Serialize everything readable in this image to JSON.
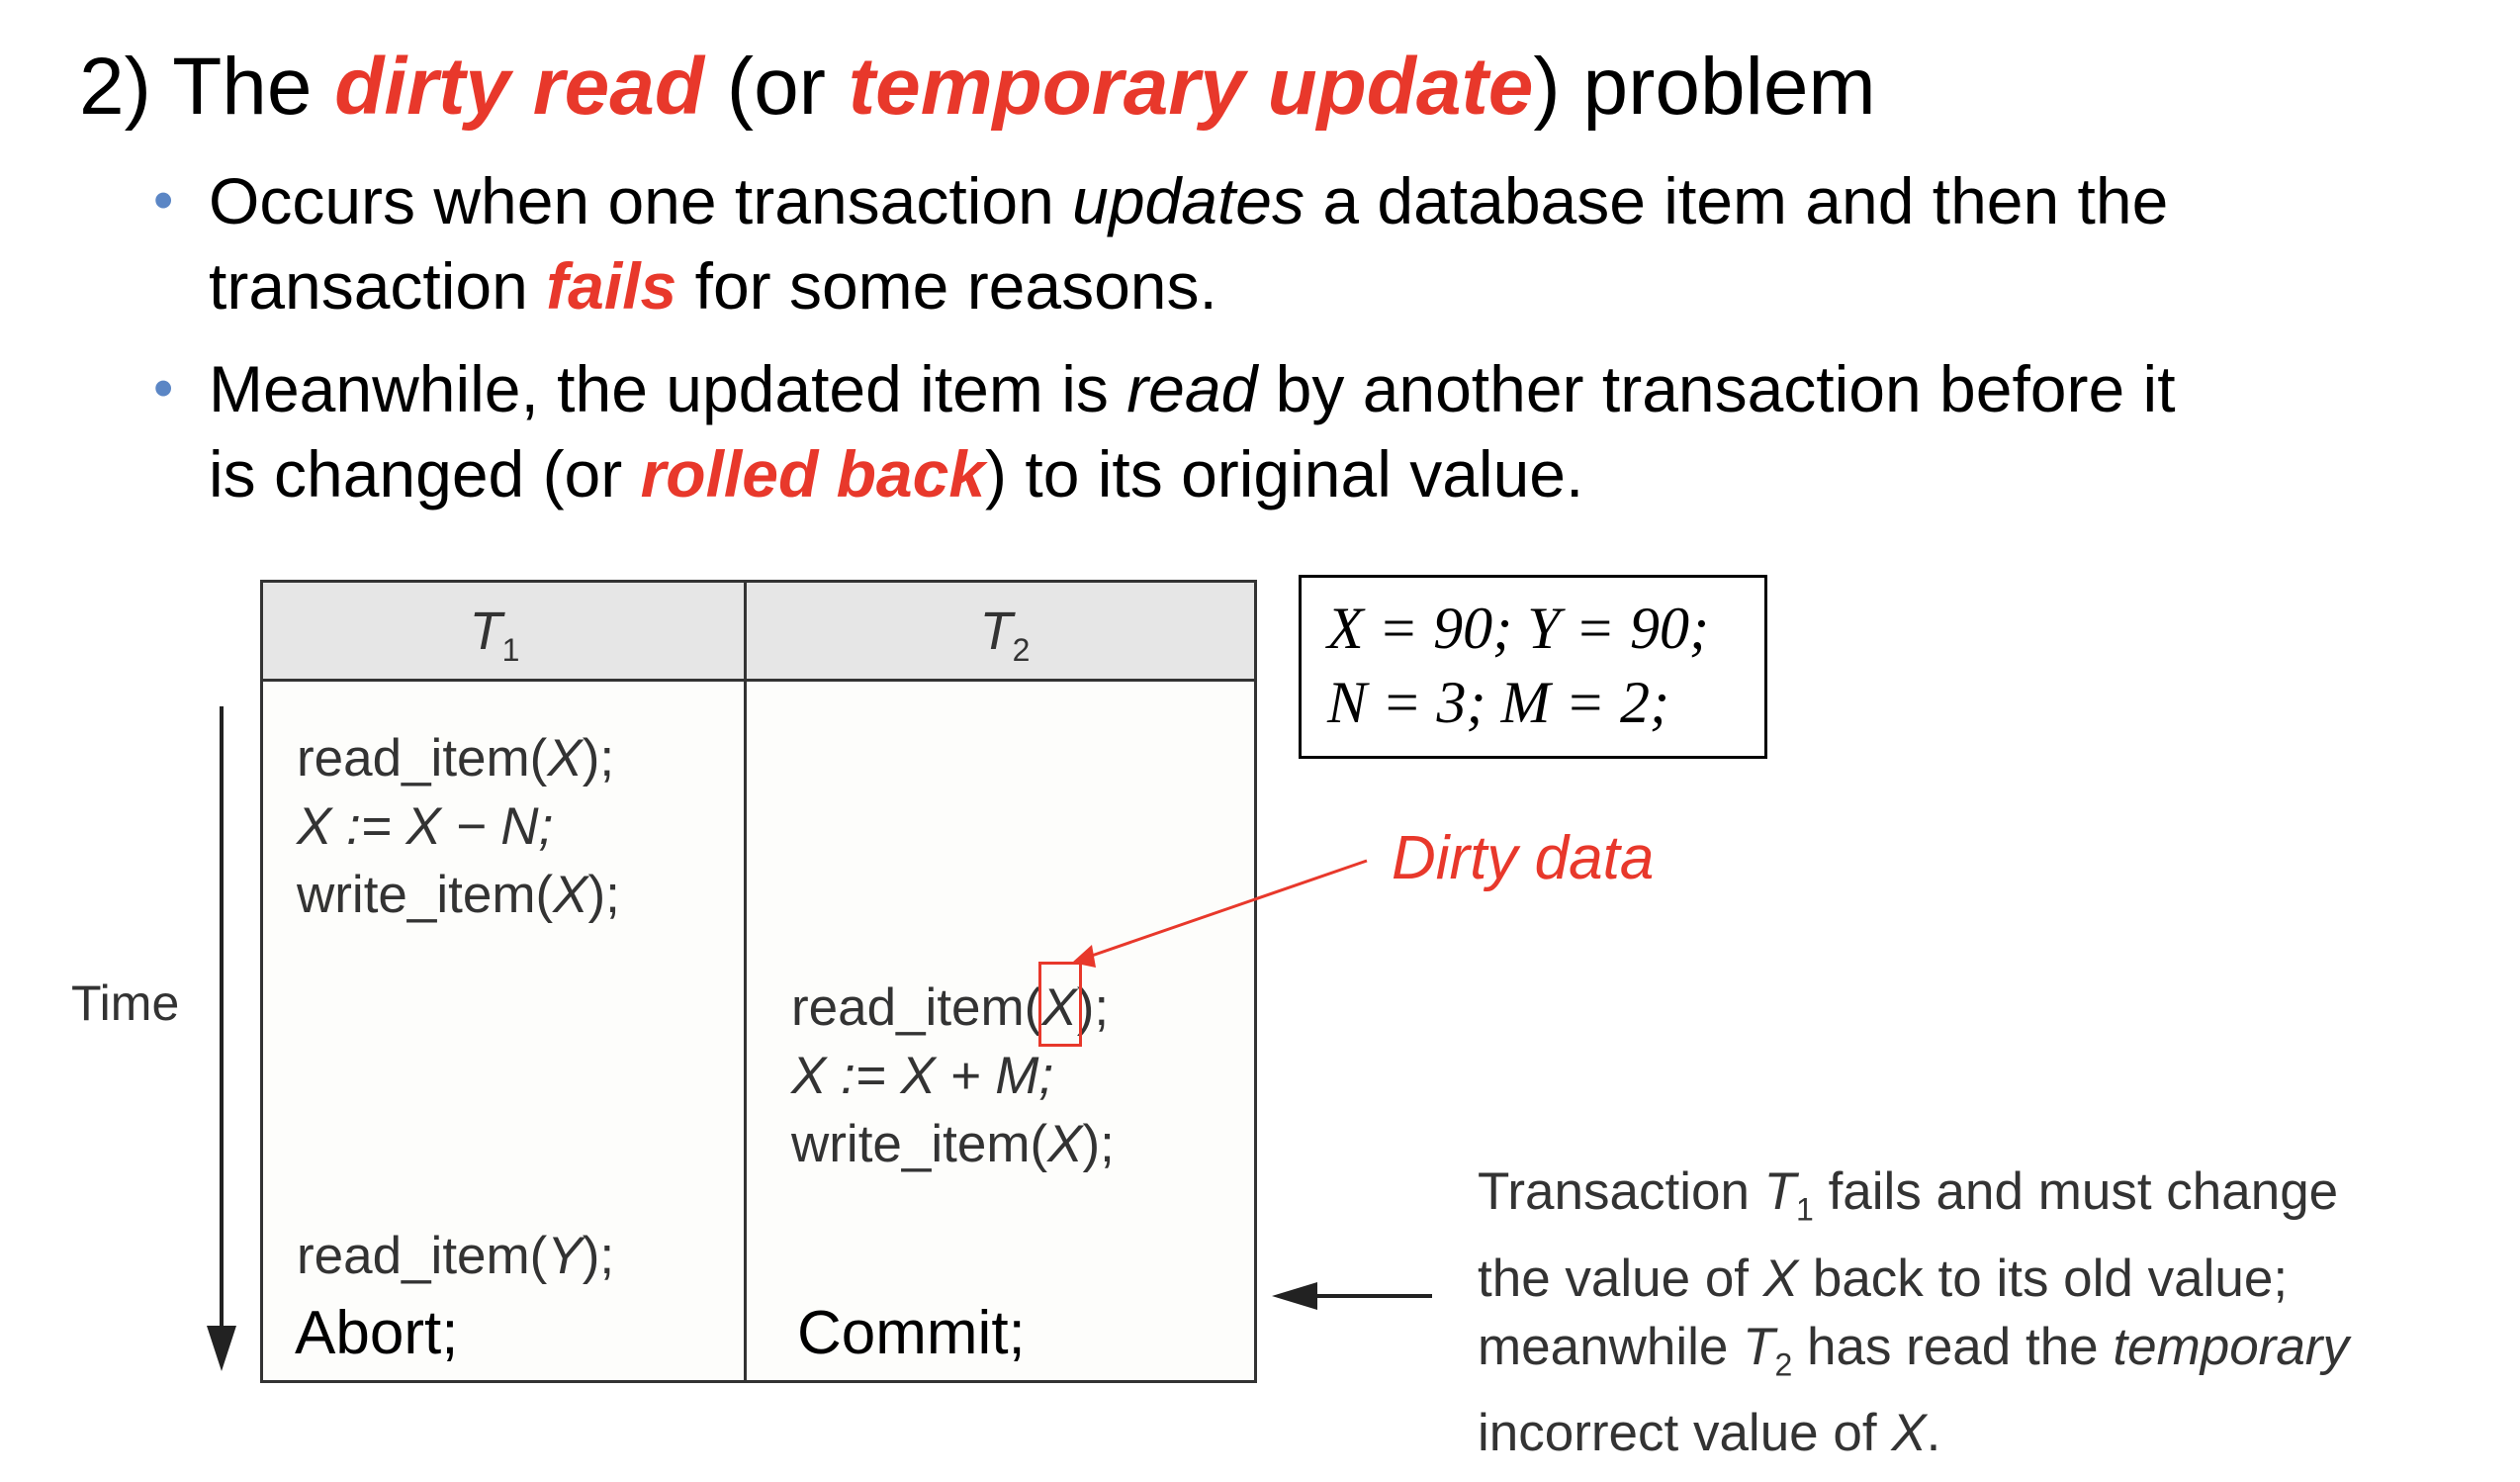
{
  "heading": {
    "num": "2) The ",
    "kw1": "dirty read",
    "mid": " (or ",
    "kw2": "temporary update",
    "end": ") problem"
  },
  "bullets": [
    {
      "line1_a": "Occurs when one transaction ",
      "line1_em": "updates",
      "line1_b": " a database item and then the",
      "line2_a": "transaction ",
      "line2_kw": "fails",
      "line2_b": " for some reasons."
    },
    {
      "line1_a": "Meanwhile, the updated item is ",
      "line1_em": "read",
      "line1_b": " by another transaction before it",
      "line2_a": "is changed (or ",
      "line2_kw": "rolled back",
      "line2_b": ") to its original value."
    }
  ],
  "bullet_glyph": "•",
  "schedule": {
    "col1": {
      "name": "T",
      "sub": "1"
    },
    "col2": {
      "name": "T",
      "sub": "2"
    },
    "t1_block1": {
      "l1a": "read_item(",
      "l1x": "X",
      "l1b": ");",
      "l2": "X := X − N;",
      "l3a": "write_item(",
      "l3x": "X",
      "l3b": ");"
    },
    "t2_block": {
      "l1a": "read_item(",
      "l1x": "X",
      "l1b": ");",
      "l2": "X := X + M;",
      "l3a": "write_item(",
      "l3x": "X",
      "l3b": ");"
    },
    "t1_block2": {
      "a": "read_item(",
      "y": "Y",
      "b": ");"
    },
    "abort": "Abort;",
    "commit": "Commit;"
  },
  "time_label": "Time",
  "initial_values": {
    "line1": "X = 90; Y = 90;",
    "line2": "N = 3; M = 2;"
  },
  "dirty_label": "Dirty data",
  "note": {
    "l1a": "Transaction ",
    "l1t": "T",
    "l1s": "1",
    "l1b": " fails and must change",
    "l2a": "the value of ",
    "l2x": "X",
    "l2b": " back to its old value;",
    "l3a": "meanwhile ",
    "l3t": "T",
    "l3s": "2",
    "l3b": " has read the ",
    "l3em": "temporary",
    "l4a": "incorrect value of ",
    "l4x": "X",
    "l4b": "."
  },
  "colors": {
    "highlight": "#e8382b",
    "bullet": "#5b86c5",
    "header_fill": "#e6e6e6"
  }
}
